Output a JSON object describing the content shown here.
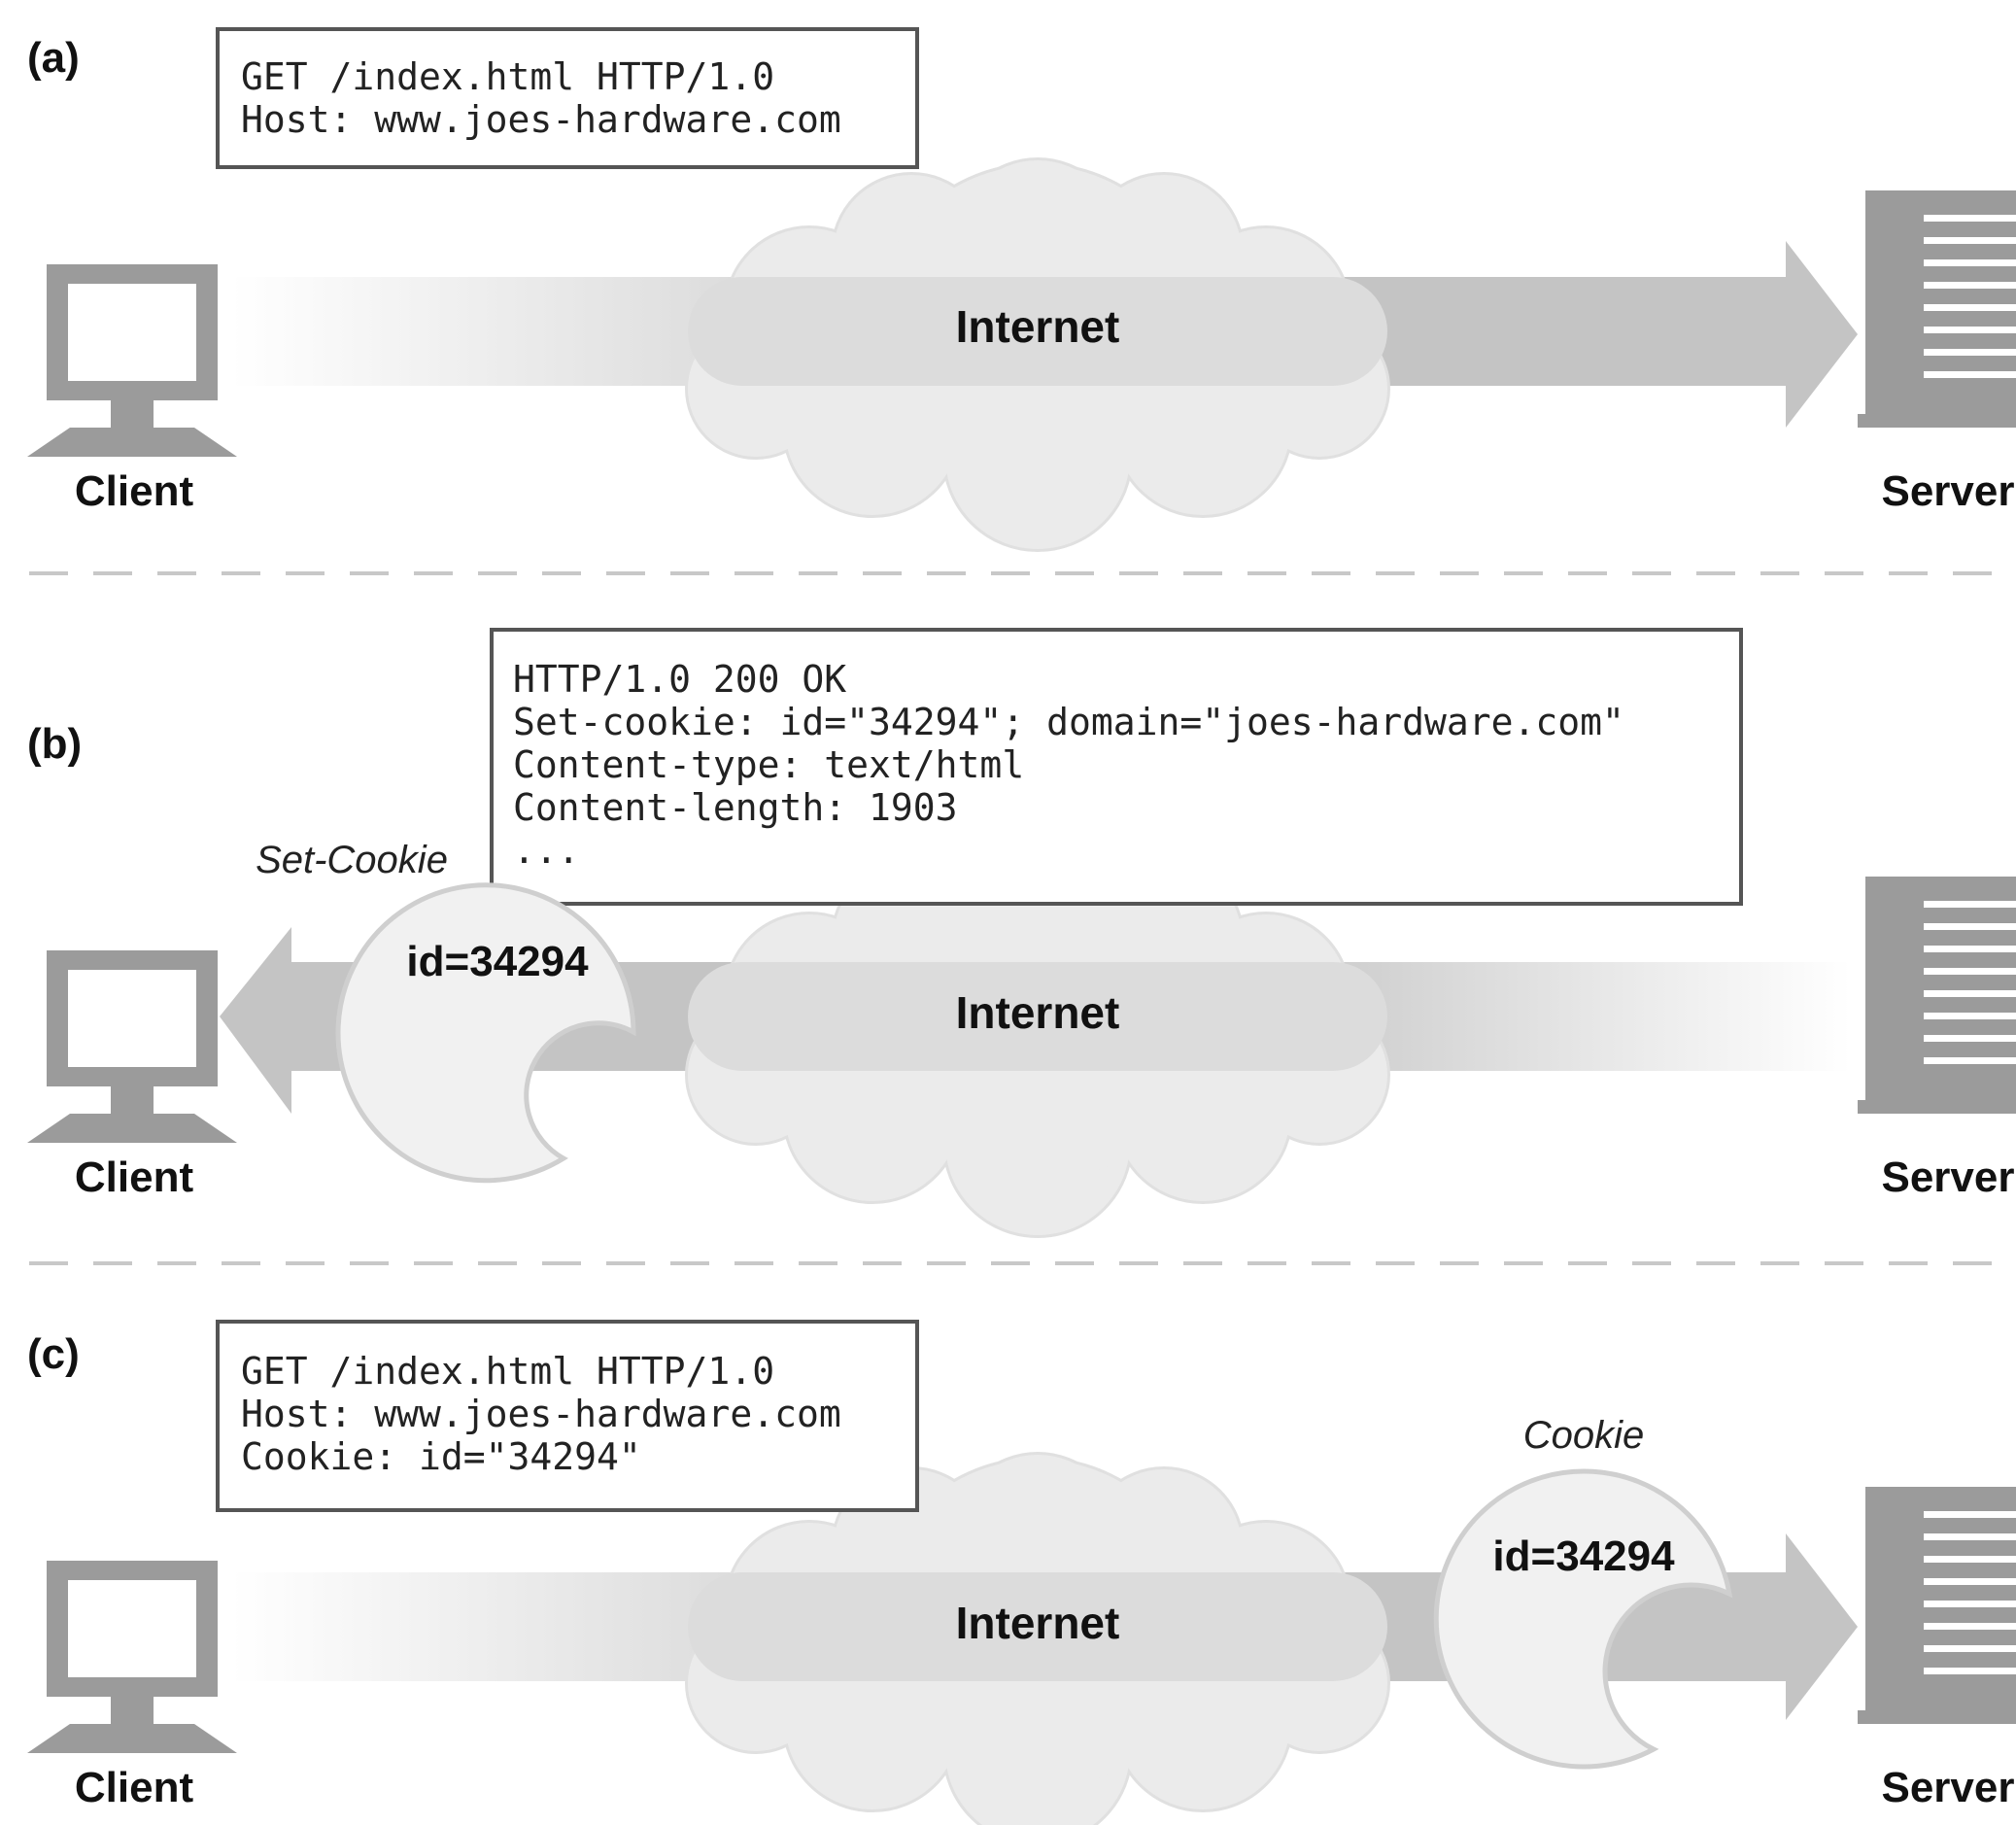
{
  "panels": [
    {
      "label": "(a)",
      "message": [
        "GET /index.html HTTP/1.0",
        "Host: www.joes-hardware.com"
      ],
      "network": "Internet",
      "client": "Client",
      "server": "Server"
    },
    {
      "label": "(b)",
      "message": [
        "HTTP/1.0 200 OK",
        "Set-cookie: id=\"34294\"; domain=\"joes-hardware.com\"",
        "Content-type: text/html",
        "Content-length: 1903",
        "..."
      ],
      "network": "Internet",
      "client": "Client",
      "server": "Server",
      "cookie": {
        "title": "Set-Cookie",
        "value": "id=34294"
      }
    },
    {
      "label": "(c)",
      "message": [
        "GET /index.html HTTP/1.0",
        "Host: www.joes-hardware.com",
        "Cookie: id=\"34294\""
      ],
      "network": "Internet",
      "client": "Client",
      "server": "Server",
      "cookie": {
        "title": "Cookie",
        "value": "id=34294"
      }
    }
  ],
  "colors": {
    "arrow": "#c4c4c4",
    "cloud_fill": "#ebebeb",
    "cloud_band": "#dedede",
    "device": "#9b9b9b",
    "cookie_fill": "#f1f1f1",
    "divider": "#c8c8c8"
  }
}
